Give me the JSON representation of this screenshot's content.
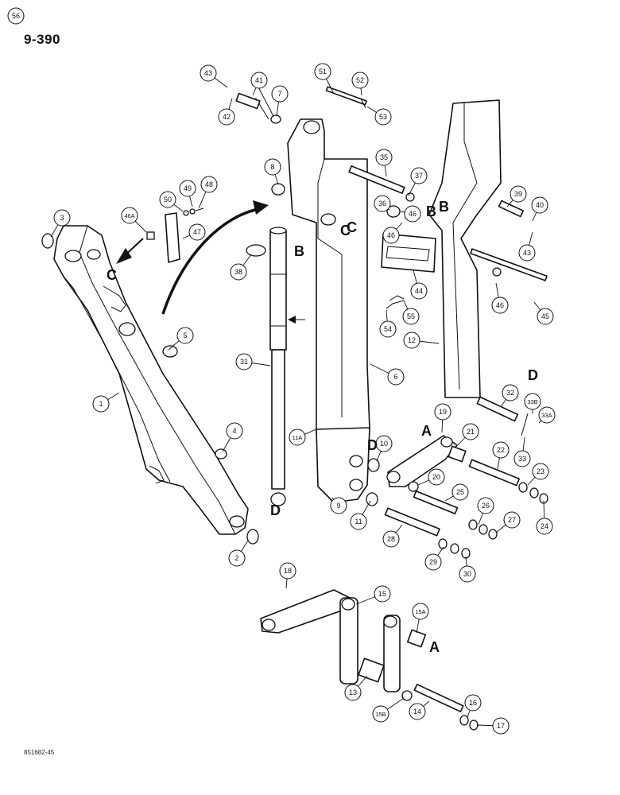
{
  "page": {
    "number": "9-390",
    "reference": "851682-45"
  },
  "callouts": [
    "1",
    "2",
    "3",
    "4",
    "5",
    "6",
    "7",
    "8",
    "9",
    "10",
    "11",
    "11A",
    "12",
    "13",
    "14",
    "15",
    "15A",
    "15B",
    "16",
    "17",
    "18",
    "19",
    "20",
    "21",
    "22",
    "23",
    "24",
    "25",
    "26",
    "27",
    "28",
    "29",
    "30",
    "31",
    "32",
    "33",
    "33A",
    "33B",
    "35",
    "36",
    "37",
    "38",
    "39",
    "40",
    "41",
    "42",
    "43",
    "43",
    "44",
    "45",
    "46",
    "46",
    "46",
    "46A",
    "47",
    "48",
    "49",
    "50",
    "51",
    "52",
    "53",
    "54",
    "55",
    "56"
  ],
  "connection_letters": [
    "A",
    "A",
    "B",
    "B",
    "B",
    "C",
    "C",
    "C",
    "D",
    "D",
    "D"
  ]
}
